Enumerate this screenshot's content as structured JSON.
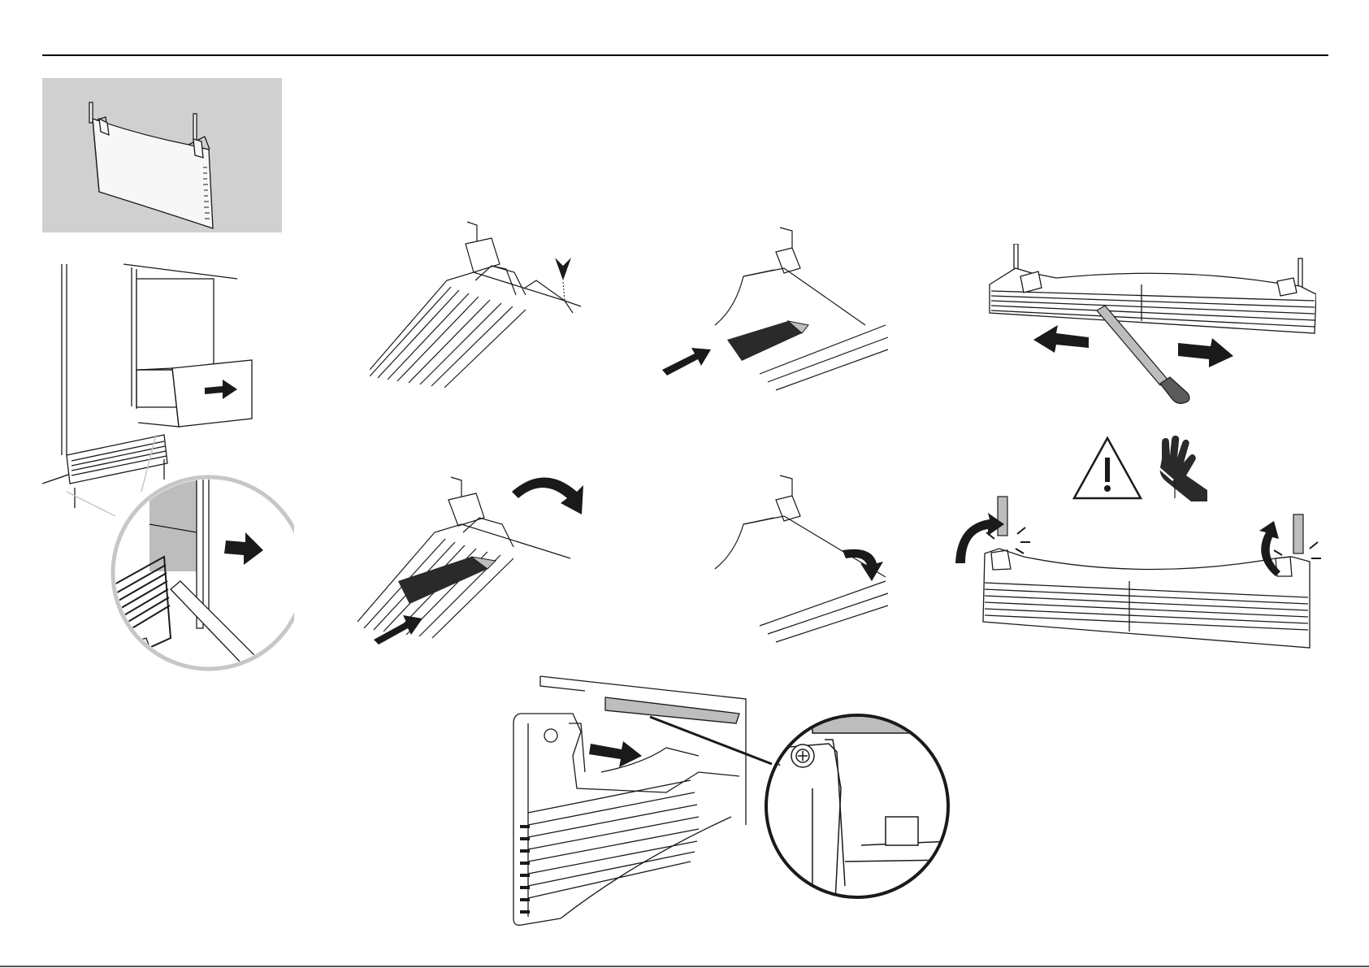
{
  "document": {
    "type": "installation-illustration-page",
    "panels": [
      "kickstrip-thumbnail",
      "remove-kickstrip",
      "insert-tool-top-left",
      "slide-tool-top-center",
      "pry-and-rotate",
      "rotate-down",
      "attach-kickstrip",
      "pry-apart",
      "warning-sharp-edges",
      "snap-pins"
    ]
  },
  "colors": {
    "rule": "#000000",
    "thumbnail_background": "#d0d0d0",
    "line_art": "#1a1a1a",
    "fill_shade": "#bdbdbd",
    "tool_dark": "#2a2a2a"
  },
  "icons": [
    "warning-triangle-icon",
    "hand-cut-icon",
    "arrow-icon",
    "curved-arrow-icon",
    "screwdriver-icon",
    "scraper-tool-icon"
  ]
}
